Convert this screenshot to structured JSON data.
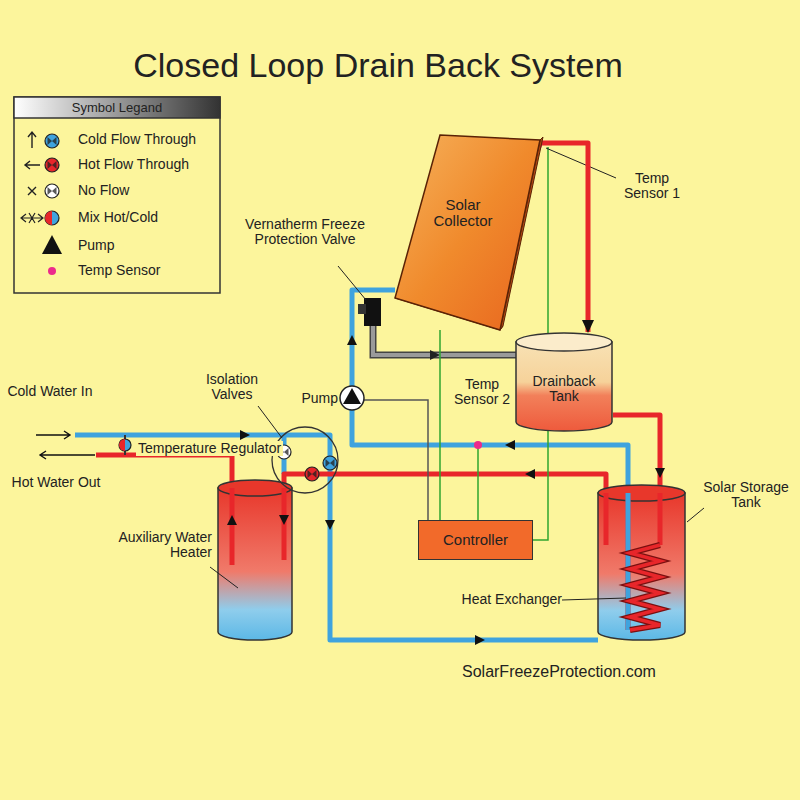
{
  "diagram": {
    "title": "Closed Loop Drain Back System",
    "nodes": [
      {
        "text": [
          "Solar Collector"
        ]
      },
      {
        "text": [
          "Drainback Tank"
        ]
      },
      {
        "text": [
          "Controller"
        ]
      }
    ],
    "edges": [
      {
        "from": 0,
        "to": 1,
        "arrow": "to"
      },
      {
        "from": 2,
        "to": 0,
        "arrow": "none"
      }
    ],
    "labels": [
      "Symbol Legand",
      "Temp Sensor 1",
      "Vernatherm Freeze Protection Valve",
      "Isolation Valves",
      "Pump",
      "Temp Sensor 2",
      "Cold Water In",
      "Hot Water Out",
      "Temperature Regulator",
      "Auxiliary Water Heater",
      "Solar Storage Tank",
      "Heat Exchanger",
      "SolarFreezeProtection.com"
    ],
    "legend": [
      {
        "text": "Cold Flow Through"
      },
      {
        "text": "Hot Flow Through"
      },
      {
        "text": "No Flow"
      },
      {
        "text": "Mix Hot/Cold"
      },
      {
        "text": "Pump"
      },
      {
        "text": "Temp Sensor"
      }
    ]
  }
}
